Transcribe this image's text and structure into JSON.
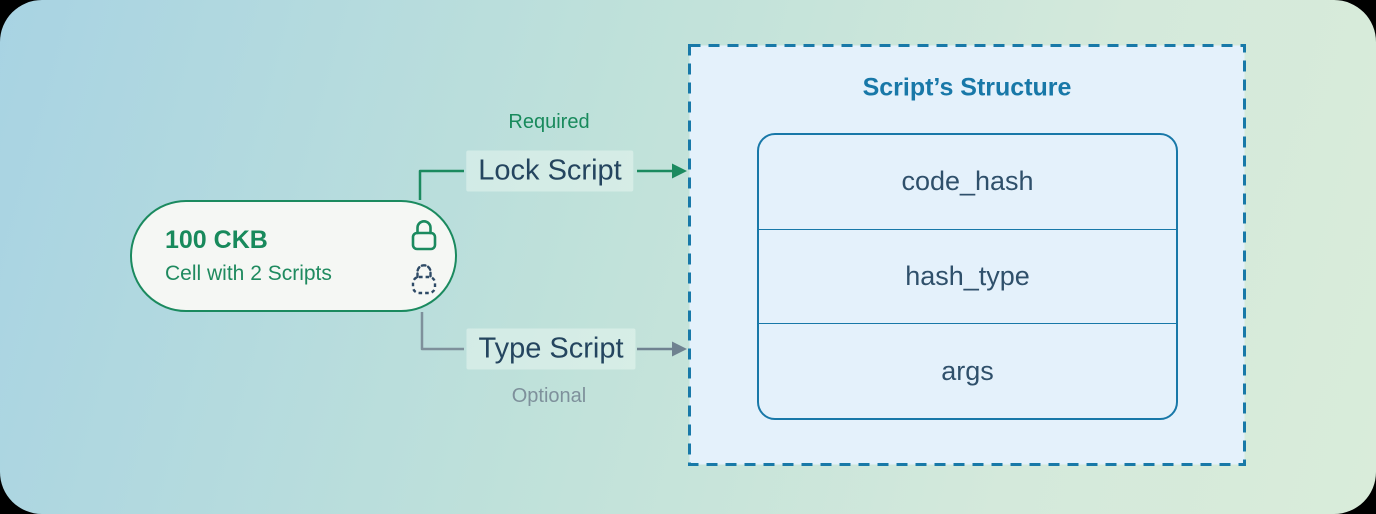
{
  "cell": {
    "amount": "100 CKB",
    "subtitle": "Cell with 2 Scripts"
  },
  "lock_script": {
    "label": "Lock Script",
    "qualifier": "Required"
  },
  "type_script": {
    "label": "Type Script",
    "qualifier": "Optional"
  },
  "structure": {
    "title": "Script’s Structure",
    "fields": [
      "code_hash",
      "hash_type",
      "args"
    ]
  },
  "icons": {
    "lock_solid": "lock-icon",
    "lock_dashed": "dashed-lock-icon"
  },
  "colors": {
    "accent_green": "#188a5c",
    "accent_blue": "#1878a8",
    "navy_text": "#24455f",
    "gray_text": "#7e909b",
    "panel_fill": "#e4f1fb",
    "pill_fill": "#f5f7f4",
    "bg_gradient_start": "#a8d3e3",
    "bg_gradient_end": "#d9ecda"
  }
}
